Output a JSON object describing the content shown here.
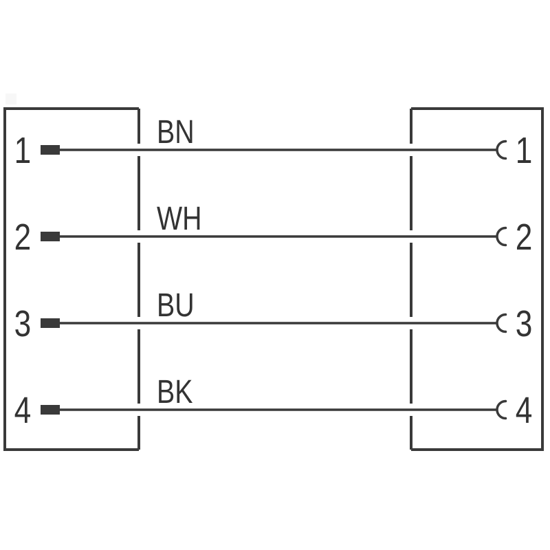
{
  "diagram": {
    "type": "cable-pinout-wiring-diagram",
    "left_connector": "left-connector",
    "right_connector": "right-connector",
    "rows": [
      {
        "left_pin": "1",
        "label": "BN",
        "right_pin": "1"
      },
      {
        "left_pin": "2",
        "label": "WH",
        "right_pin": "2"
      },
      {
        "left_pin": "3",
        "label": "BU",
        "right_pin": "3"
      },
      {
        "left_pin": "4",
        "label": "BK",
        "right_pin": "4"
      }
    ]
  },
  "colors": {
    "line": "#3a3a3a",
    "text": "#333333",
    "background": "#ffffff"
  }
}
